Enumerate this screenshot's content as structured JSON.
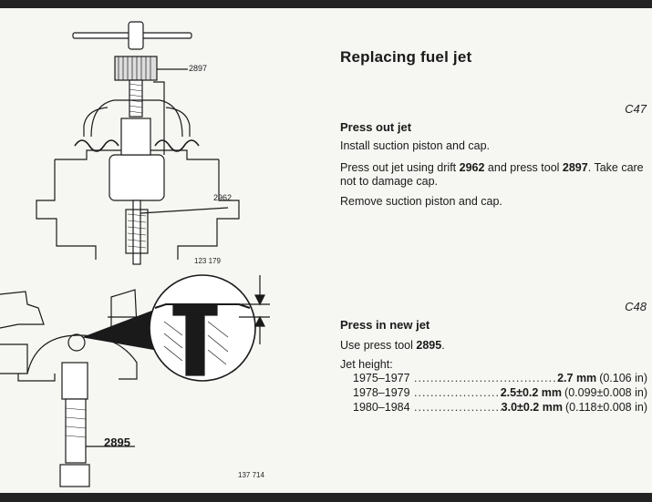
{
  "title": "Replacing fuel jet",
  "section_c47": {
    "code": "C47",
    "heading": "Press out jet",
    "steps": {
      "s1": "Install suction piston and cap.",
      "s2_pre": "Press out jet using drift ",
      "s2_drift": "2962",
      "s2_mid": " and press tool ",
      "s2_tool": "2897",
      "s2_post": ". Take care not to damage cap.",
      "s3": "Remove suction piston and cap."
    }
  },
  "section_c48": {
    "code": "C48",
    "heading": "Press in new jet",
    "use_pre": "Use press tool ",
    "use_tool": "2895",
    "use_post": ".",
    "jet_label": "Jet height:",
    "rows": [
      {
        "years": "1975–1977",
        "mm": "2.7 mm",
        "inch": "(0.106 in)"
      },
      {
        "years": "1978–1979",
        "mm": "2.5±0.2 mm",
        "inch": "(0.099±0.008 in)"
      },
      {
        "years": "1980–1984",
        "mm": "3.0±0.2 mm",
        "inch": "(0.118±0.008 in)"
      }
    ]
  },
  "figure_top": {
    "number": "123 179",
    "callout_tool": "2897",
    "callout_drift": "2962"
  },
  "figure_bottom": {
    "number": "137 714",
    "callout_tool": "2895"
  }
}
